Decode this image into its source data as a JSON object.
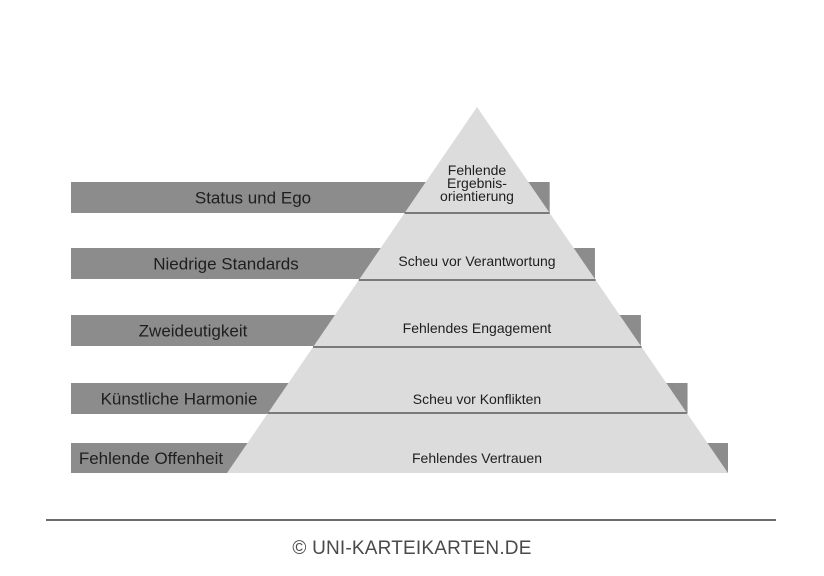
{
  "pyramid": {
    "tiers": [
      "Fehlende Ergebnis- orientierung",
      "Scheu vor Verantwortung",
      "Fehlendes Engagement",
      "Scheu vor Konflikten",
      "Fehlendes Vertrauen"
    ],
    "tier_lines": [
      [
        "Fehlende",
        "Ergebnis-",
        "orientierung"
      ],
      [
        "Scheu vor Verantwortung"
      ],
      [
        "Fehlendes Engagement"
      ],
      [
        "Scheu vor Konflikten"
      ],
      [
        "Fehlendes Vertrauen"
      ]
    ]
  },
  "bars": [
    "Status und Ego",
    "Niedrige Standards",
    "Zweideutigkeit",
    "Künstliche Harmonie",
    "Fehlende Offenheit"
  ],
  "footer": {
    "text": "© UNI-KARTEIKARTEN.DE"
  },
  "colors": {
    "bar": "#8c8c8c",
    "pyramid": "#dcdcdc",
    "divider": "#7a7a7a",
    "text": "#1e1e1e"
  }
}
